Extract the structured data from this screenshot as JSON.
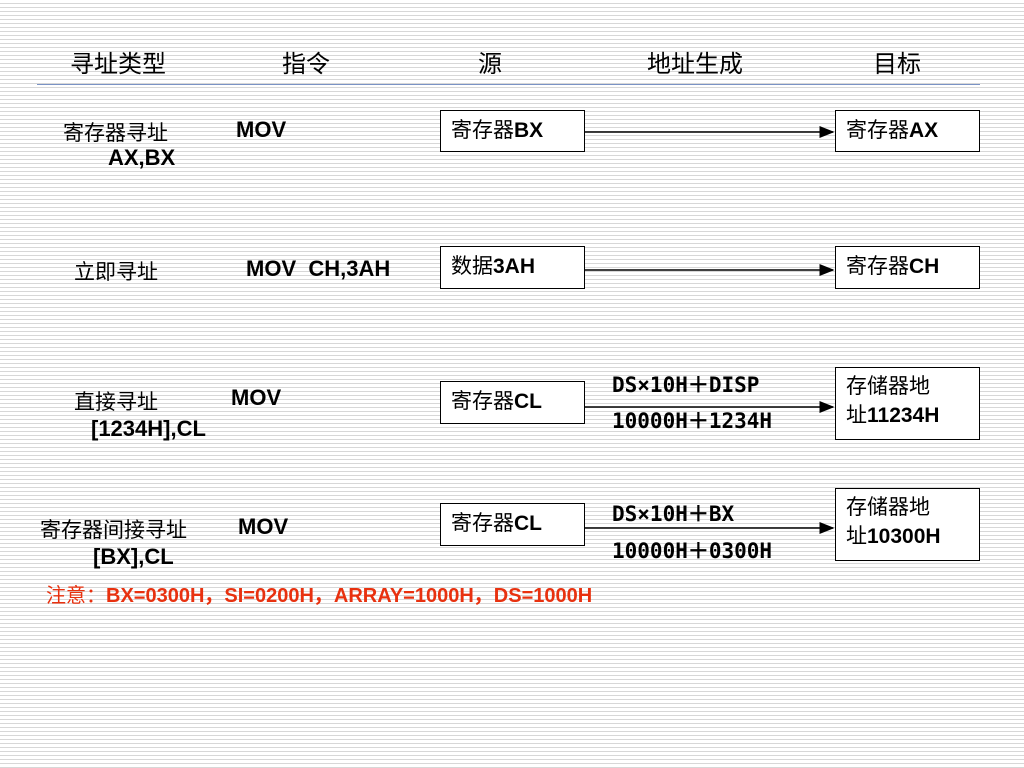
{
  "header": {
    "col_type": "寻址类型",
    "col_instr": "指令",
    "col_source": "源",
    "col_addr": "地址生成",
    "col_target": "目标"
  },
  "rows": [
    {
      "type": "寄存器寻址",
      "instr_line1": "MOV",
      "instr_line2": "AX,BX",
      "source_cn": "寄存器",
      "source_en": "BX",
      "target_cn": "寄存器",
      "target_en": "AX"
    },
    {
      "type": "立即寻址",
      "instr_line1": "MOV  CH,3AH",
      "source_cn": "数据",
      "source_en": "3AH",
      "target_cn": "寄存器",
      "target_en": "CH"
    },
    {
      "type": "直接寻址",
      "instr_line1": "MOV",
      "instr_line2": "[1234H],CL",
      "source_cn": "寄存器",
      "source_en": "CL",
      "addr_line1": "DS×10H＋DISP",
      "addr_line2": "10000H＋1234H",
      "target_line1": "存储器地",
      "target_line2_cn": "址",
      "target_line2_en": "11234H"
    },
    {
      "type": "寄存器间接寻址",
      "instr_line1": "MOV",
      "instr_line2": "[BX],CL",
      "source_cn": "寄存器",
      "source_en": "CL",
      "addr_line1": "DS×10H＋BX",
      "addr_line2": "10000H＋0300H",
      "target_line1": "存储器地",
      "target_line2_cn": "址",
      "target_line2_en": "10300H"
    }
  ],
  "note": {
    "prefix": "注意：",
    "text": "BX=0300H，SI=0200H，ARRAY=1000H，DS=1000H"
  },
  "colors": {
    "note": "#e8310f",
    "rule": "#7a93c5",
    "stripe": "#d7d7d7"
  }
}
